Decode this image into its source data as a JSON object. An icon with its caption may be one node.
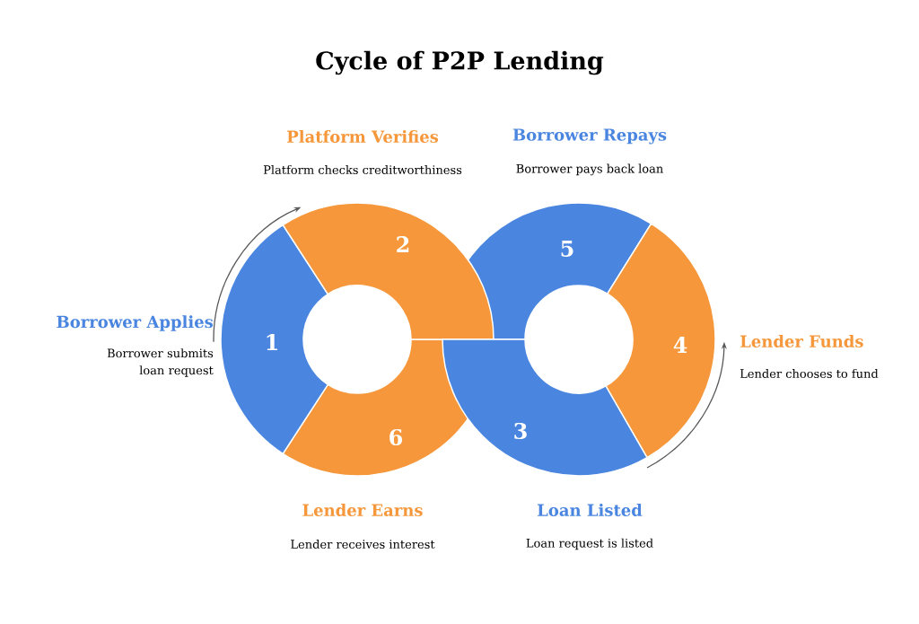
{
  "diagram": {
    "title": "Cycle of P2P Lending",
    "nodes": [
      {
        "text": [
          "1"
        ],
        "beside": [
          "Borrower Applies",
          "Borrower submits loan request"
        ]
      },
      {
        "text": [
          "2"
        ],
        "beside": [
          "Platform Verifies",
          "Platform checks creditworthiness"
        ]
      },
      {
        "text": [
          "3"
        ],
        "beside": [
          "Loan Listed",
          "Loan request is listed"
        ]
      },
      {
        "text": [
          "4"
        ],
        "beside": [
          "Lender Funds",
          "Lender chooses to fund"
        ]
      },
      {
        "text": [
          "5"
        ],
        "beside": [
          "Borrower Repays",
          "Borrower pays back loan"
        ]
      },
      {
        "text": [
          "6"
        ],
        "beside": [
          "Lender Earns",
          "Lender receives interest"
        ]
      }
    ],
    "edges": [
      {
        "from": 0,
        "to": 1,
        "arrow": "to"
      },
      {
        "from": 2,
        "to": 3,
        "arrow": "to"
      }
    ]
  }
}
